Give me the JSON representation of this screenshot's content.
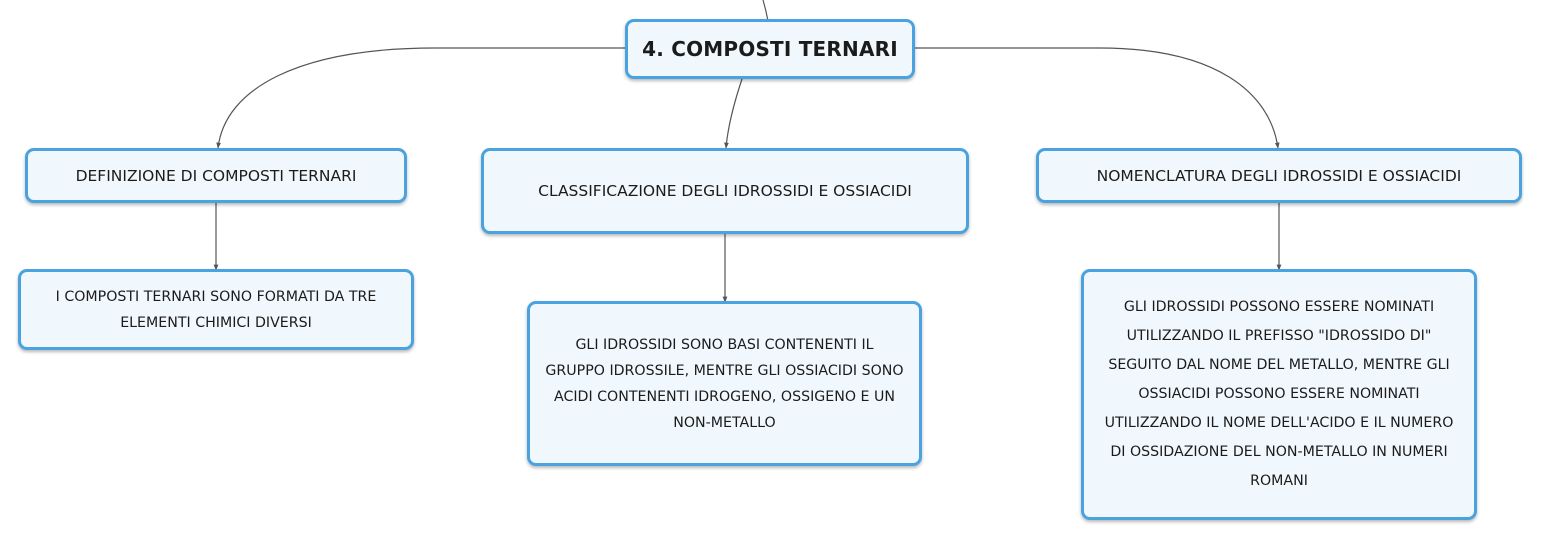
{
  "root": {
    "label": "4. COMPOSTI TERNARI"
  },
  "branches": [
    {
      "label": "DEFINIZIONE DI COMPOSTI TERNARI",
      "detail": "I COMPOSTI TERNARI SONO FORMATI DA TRE ELEMENTI CHIMICI DIVERSI"
    },
    {
      "label": "CLASSIFICAZIONE DEGLI IDROSSIDI E OSSIACIDI",
      "detail": "GLI IDROSSIDI SONO BASI CONTENENTI IL GRUPPO IDROSSILE, MENTRE GLI OSSIACIDI SONO ACIDI CONTENENTI IDROGENO, OSSIGENO E UN NON-METALLO"
    },
    {
      "label": "NOMENCLATURA DEGLI IDROSSIDI E OSSIACIDI",
      "detail": "GLI IDROSSIDI POSSONO ESSERE NOMINATI UTILIZZANDO IL PREFISSO \"IDROSSIDO DI\" SEGUITO DAL NOME DEL METALLO, MENTRE GLI OSSIACIDI POSSONO ESSERE NOMINATI UTILIZZANDO IL NOME DELL'ACIDO E IL NUMERO DI OSSIDAZIONE DEL NON-METALLO IN NUMERI ROMANI"
    }
  ],
  "colors": {
    "node_border": "#4aa3df",
    "node_fill": "#f1f8fd",
    "connector": "#555555",
    "text": "#1b1b1b"
  }
}
